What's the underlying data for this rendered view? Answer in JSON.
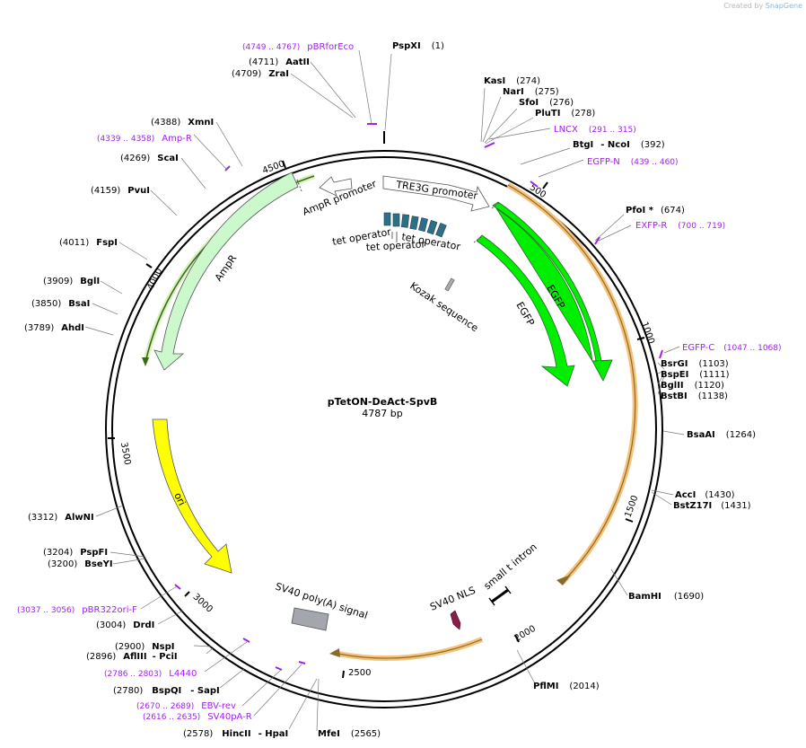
{
  "credit": {
    "prefix": "Created by",
    "brand": "SnapGene"
  },
  "plasmid": {
    "name": "pTetON-DeAct-SpvB",
    "length_label": "4787 bp",
    "length": 4787
  },
  "ticks": [
    "500",
    "1000",
    "1500",
    "2000",
    "2500",
    "3000",
    "3500",
    "4000",
    "4500"
  ],
  "sites": [
    {
      "name": "PspXI",
      "pos": "(1)"
    },
    {
      "name": "KasI",
      "pos": "(274)"
    },
    {
      "name": "NarI",
      "pos": "(275)"
    },
    {
      "name": "SfoI",
      "pos": "(276)"
    },
    {
      "name": "PluTI",
      "pos": "(278)"
    },
    {
      "name": "BtgI",
      "name2": "NcoI",
      "pos": "(392)"
    },
    {
      "name": "PfoI *",
      "pos": "(674)"
    },
    {
      "name": "BsrGI",
      "pos": "(1103)"
    },
    {
      "name": "BspEI",
      "pos": "(1111)"
    },
    {
      "name": "BglII",
      "pos": "(1120)"
    },
    {
      "name": "BstBI",
      "pos": "(1138)"
    },
    {
      "name": "BsaAI",
      "pos": "(1264)"
    },
    {
      "name": "AccI",
      "pos": "(1430)"
    },
    {
      "name": "BstZ17I",
      "pos": "(1431)"
    },
    {
      "name": "BamHI",
      "pos": "(1690)"
    },
    {
      "name": "PflMI",
      "pos": "(2014)"
    },
    {
      "name": "MfeI",
      "pos": "(2565)"
    },
    {
      "name": "HincII",
      "name2": "HpaI",
      "pos": "(2578)"
    },
    {
      "name": "BspQI",
      "name2": "SapI",
      "pos": "(2780)"
    },
    {
      "name": "AflIII",
      "name2": "PciI",
      "pos": "(2896)"
    },
    {
      "name": "NspI",
      "pos": "(2900)"
    },
    {
      "name": "DrdI",
      "pos": "(3004)"
    },
    {
      "name": "BseYI",
      "pos": "(3200)"
    },
    {
      "name": "PspFI",
      "pos": "(3204)"
    },
    {
      "name": "AlwNI",
      "pos": "(3312)"
    },
    {
      "name": "AhdI",
      "pos": "(3789)"
    },
    {
      "name": "BsaI",
      "pos": "(3850)"
    },
    {
      "name": "BglI",
      "pos": "(3909)"
    },
    {
      "name": "FspI",
      "pos": "(4011)"
    },
    {
      "name": "PvuI",
      "pos": "(4159)"
    },
    {
      "name": "ScaI",
      "pos": "(4269)"
    },
    {
      "name": "XmnI",
      "pos": "(4388)"
    },
    {
      "name": "ZraI",
      "pos": "(4709)"
    },
    {
      "name": "AatII",
      "pos": "(4711)"
    }
  ],
  "primers": [
    {
      "name": "pBRforEco",
      "range": "(4749 .. 4767)"
    },
    {
      "name": "LNCX",
      "range": "(291 .. 315)"
    },
    {
      "name": "EGFP-N",
      "range": "(439 .. 460)"
    },
    {
      "name": "EXFP-R",
      "range": "(700 .. 719)"
    },
    {
      "name": "EGFP-C",
      "range": "(1047 .. 1068)"
    },
    {
      "name": "L4440",
      "range": "(2786 .. 2803)"
    },
    {
      "name": "EBV-rev",
      "range": "(2670 .. 2689)"
    },
    {
      "name": "SV40pA-R",
      "range": "(2616 .. 2635)"
    },
    {
      "name": "pBR322ori-F",
      "range": "(3037 .. 3056)"
    },
    {
      "name": "Amp-R",
      "range": "(4339 .. 4358)"
    }
  ],
  "features": [
    {
      "name": "AmpR promoter"
    },
    {
      "name": "AmpR"
    },
    {
      "name": "TRE3G promoter"
    },
    {
      "name": "tet operator"
    },
    {
      "name": "tet operator"
    },
    {
      "name": "tet operator"
    },
    {
      "name": "EGFP"
    },
    {
      "name": "EGFP"
    },
    {
      "name": "Kozak sequence"
    },
    {
      "name": "ori"
    },
    {
      "name": "SV40 poly(A) signal"
    },
    {
      "name": "SV40 NLS"
    },
    {
      "name": "small t intron"
    }
  ],
  "colors": {
    "backbone": "#000000",
    "ampr": "#ccf9cc",
    "egfp": "#00ee00",
    "ori": "#ffff00",
    "operator": "#2e6e86",
    "orf_highlight": "#f5b15a",
    "primer": "#a020f0"
  }
}
